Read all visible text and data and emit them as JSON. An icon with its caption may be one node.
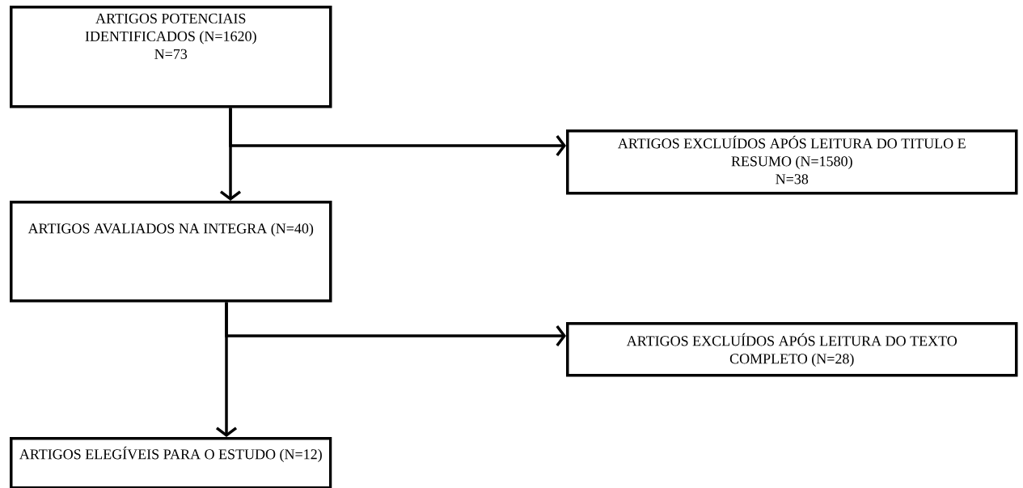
{
  "diagram": {
    "nodes": [
      {
        "text": [
          "ARTIGOS POTENCIAIS IDENTIFICADOS (N=1620)",
          "N=73"
        ]
      },
      {
        "text": [
          "ARTIGOS EXCLUÍDOS APÓS LEITURA DO TITULO E RESUMO (N=1580)",
          "N=38"
        ]
      },
      {
        "text": [
          "ARTIGOS AVALIADOS NA INTEGRA (N=40)"
        ]
      },
      {
        "text": [
          "ARTIGOS EXCLUÍDOS APÓS LEITURA DO TEXTO COMPLETO (N=28)"
        ]
      },
      {
        "text": [
          "ARTIGOS ELEGÍVEIS PARA O ESTUDO (N=12)"
        ]
      }
    ],
    "edges": [
      {
        "from": 0,
        "to": 2,
        "arrow": "to"
      },
      {
        "from": 0,
        "to": 1,
        "arrow": "to"
      },
      {
        "from": 2,
        "to": 4,
        "arrow": "to"
      },
      {
        "from": 2,
        "to": 3,
        "arrow": "to"
      }
    ]
  }
}
